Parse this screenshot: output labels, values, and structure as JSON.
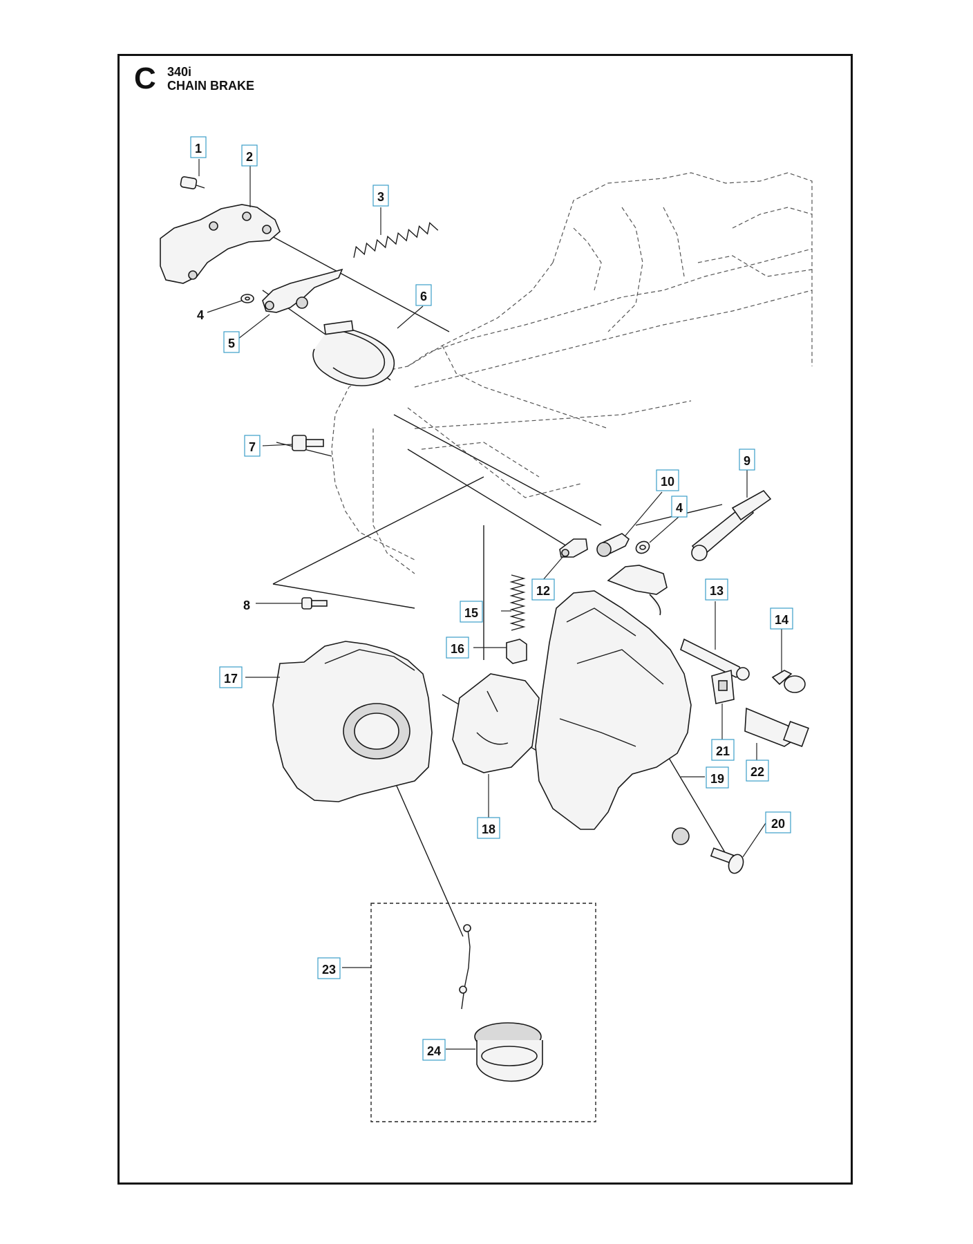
{
  "header": {
    "section_letter": "C",
    "model": "340i",
    "title": "CHAIN BRAKE"
  },
  "callouts": [
    {
      "id": "callout-1",
      "label": "1",
      "boxed": true
    },
    {
      "id": "callout-2",
      "label": "2",
      "boxed": true
    },
    {
      "id": "callout-3",
      "label": "3",
      "boxed": true
    },
    {
      "id": "callout-4a",
      "label": "4",
      "boxed": false
    },
    {
      "id": "callout-5",
      "label": "5",
      "boxed": true
    },
    {
      "id": "callout-6",
      "label": "6",
      "boxed": true
    },
    {
      "id": "callout-7",
      "label": "7",
      "boxed": true
    },
    {
      "id": "callout-8",
      "label": "8",
      "boxed": false
    },
    {
      "id": "callout-9",
      "label": "9",
      "boxed": true
    },
    {
      "id": "callout-10",
      "label": "10",
      "boxed": true
    },
    {
      "id": "callout-4b",
      "label": "4",
      "boxed": true
    },
    {
      "id": "callout-12",
      "label": "12",
      "boxed": true
    },
    {
      "id": "callout-13",
      "label": "13",
      "boxed": true
    },
    {
      "id": "callout-14",
      "label": "14",
      "boxed": true
    },
    {
      "id": "callout-15",
      "label": "15",
      "boxed": true
    },
    {
      "id": "callout-16",
      "label": "16",
      "boxed": true
    },
    {
      "id": "callout-17",
      "label": "17",
      "boxed": true
    },
    {
      "id": "callout-18",
      "label": "18",
      "boxed": true
    },
    {
      "id": "callout-19",
      "label": "19",
      "boxed": true
    },
    {
      "id": "callout-20",
      "label": "20",
      "boxed": true
    },
    {
      "id": "callout-21",
      "label": "21",
      "boxed": true
    },
    {
      "id": "callout-22",
      "label": "22",
      "boxed": true
    },
    {
      "id": "callout-23",
      "label": "23",
      "boxed": true
    },
    {
      "id": "callout-24",
      "label": "24",
      "boxed": true
    }
  ]
}
